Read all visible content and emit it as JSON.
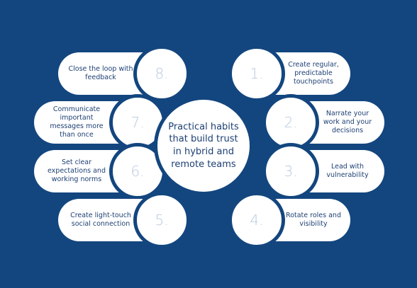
{
  "center": {
    "title": "Practical habits that build trust in hybrid and remote teams"
  },
  "habits": [
    {
      "number": "1.",
      "text": "Create regular, predictable touchpoints"
    },
    {
      "number": "2.",
      "text": "Narrate your work and your decisions"
    },
    {
      "number": "3.",
      "text": "Lead with vulnerability"
    },
    {
      "number": "4.",
      "text": "Rotate roles and visibility"
    },
    {
      "number": "5.",
      "text": "Create light-touch social connection"
    },
    {
      "number": "6.",
      "text": "Set clear expectations and working norms"
    },
    {
      "number": "7.",
      "text": "Communicate important messages more than once"
    },
    {
      "number": "8.",
      "text": "Close the loop with feedback"
    }
  ],
  "colors": {
    "background": "#13467f",
    "text": "#1d3f73",
    "number": "#b9c9df",
    "card": "#ffffff"
  }
}
